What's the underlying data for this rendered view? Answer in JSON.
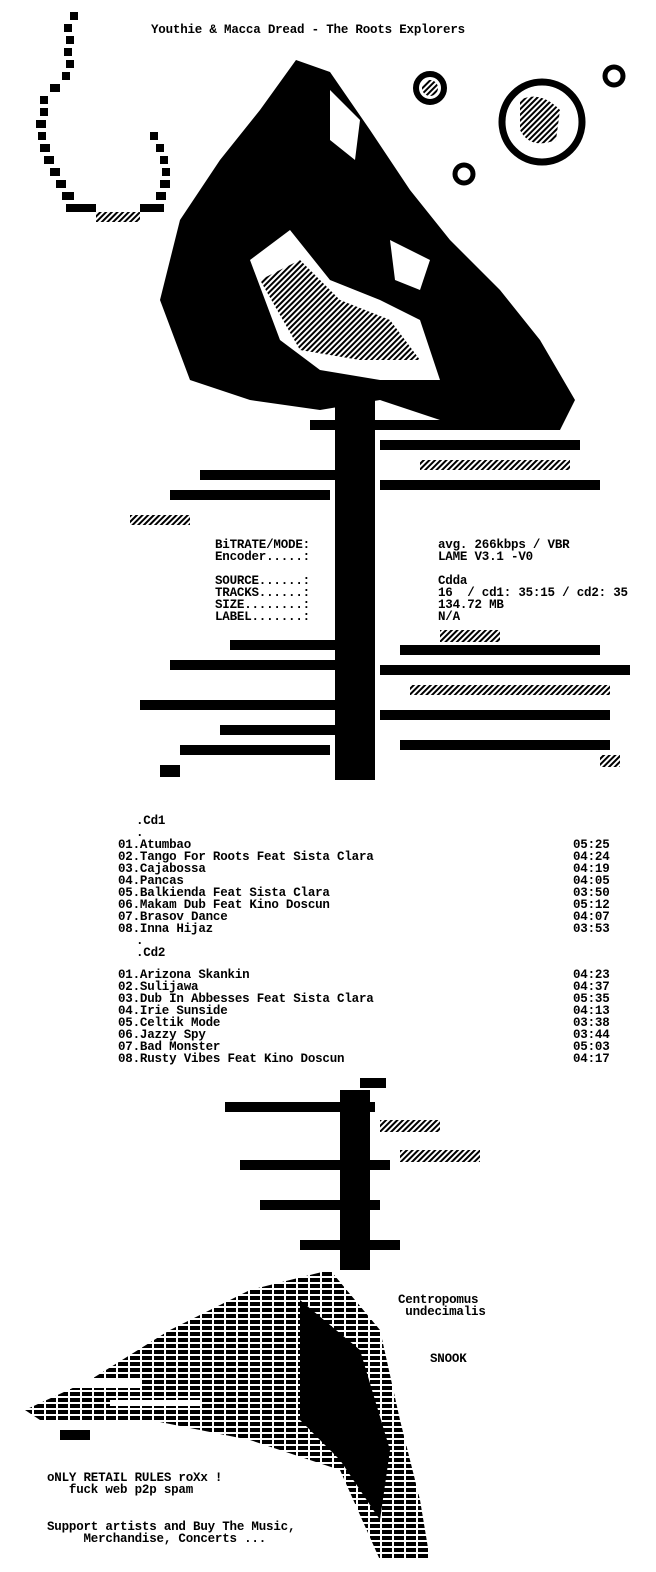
{
  "title": "Youthie & Macca Dread - The Roots Explorers",
  "info": [
    {
      "label": "BiTRATE/MODE:",
      "value": "avg. 266kbps / VBR"
    },
    {
      "label": "Encoder.....:",
      "value": "LAME V3.1 -V0"
    },
    {
      "label": "SOURCE......:",
      "value": "Cdda"
    },
    {
      "label": "TRACKS......:",
      "value": "16  / cd1: 35:15 / cd2: 35"
    },
    {
      "label": "SIZE........:",
      "value": "134.72 MB"
    },
    {
      "label": "LABEL.......:",
      "value": "N/A"
    }
  ],
  "cd1": {
    "header": ".Cd1",
    "dot": ".",
    "tracks": [
      {
        "num": "01.",
        "title": "Atumbao",
        "duration": "05:25"
      },
      {
        "num": "02.",
        "title": "Tango For Roots Feat Sista Clara",
        "duration": "04:24"
      },
      {
        "num": "03.",
        "title": "Cajabossa",
        "duration": "04:19"
      },
      {
        "num": "04.",
        "title": "Pancas",
        "duration": "04:05"
      },
      {
        "num": "05.",
        "title": "Balkienda Feat Sista Clara",
        "duration": "03:50"
      },
      {
        "num": "06.",
        "title": "Makam Dub Feat Kino Doscun",
        "duration": "05:12"
      },
      {
        "num": "07.",
        "title": "Brasov Dance",
        "duration": "04:07"
      },
      {
        "num": "08.",
        "title": "Inna Hijaz",
        "duration": "03:53"
      }
    ]
  },
  "cd2": {
    "dot": ".",
    "header": ".Cd2",
    "tracks": [
      {
        "num": "01.",
        "title": "Arizona Skankin",
        "duration": "04:23"
      },
      {
        "num": "02.",
        "title": "Sulijawa",
        "duration": "04:37"
      },
      {
        "num": "03.",
        "title": "Dub In Abbesses Feat Sista Clara",
        "duration": "05:35"
      },
      {
        "num": "04.",
        "title": "Irie Sunside",
        "duration": "04:13"
      },
      {
        "num": "05.",
        "title": "Celtik Mode",
        "duration": "03:38"
      },
      {
        "num": "06.",
        "title": "Jazzy Spy",
        "duration": "03:44"
      },
      {
        "num": "07.",
        "title": "Bad Monster",
        "duration": "05:03"
      },
      {
        "num": "08.",
        "title": "Rusty Vibes Feat Kino Doscun",
        "duration": "04:17"
      }
    ]
  },
  "fish": {
    "line1": "Centropomus",
    "line2": " undecimalis",
    "name": "SNOOK"
  },
  "footer": {
    "line1": "oNLY RETAIL RULES roXx !",
    "line2": "   fuck web p2p spam",
    "line3": "Support artists and Buy The Music,",
    "line4": "     Merchandise, Concerts ..."
  }
}
